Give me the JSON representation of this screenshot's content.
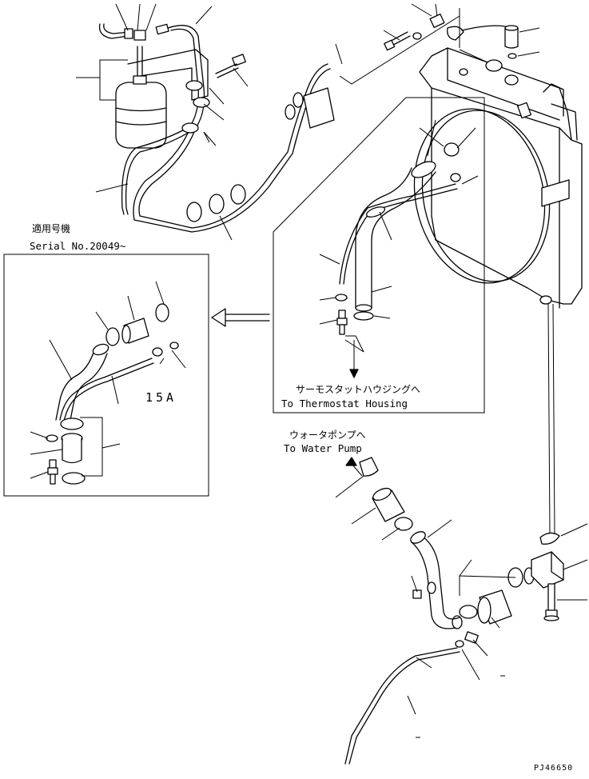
{
  "diagram": {
    "inset_caption": {
      "jp": "適用号機",
      "en": "Serial No.20049~"
    },
    "inset_part_label": "15A",
    "thermostat_label": {
      "jp": "サーモスタットハウジングへ",
      "en": "To Thermostat Housing"
    },
    "water_pump_label": {
      "jp": "ウォータポンプへ",
      "en": "To Water Pump"
    },
    "drawing_number": "PJ46650",
    "colors": {
      "line": "#000000",
      "background": "#ffffff"
    }
  }
}
